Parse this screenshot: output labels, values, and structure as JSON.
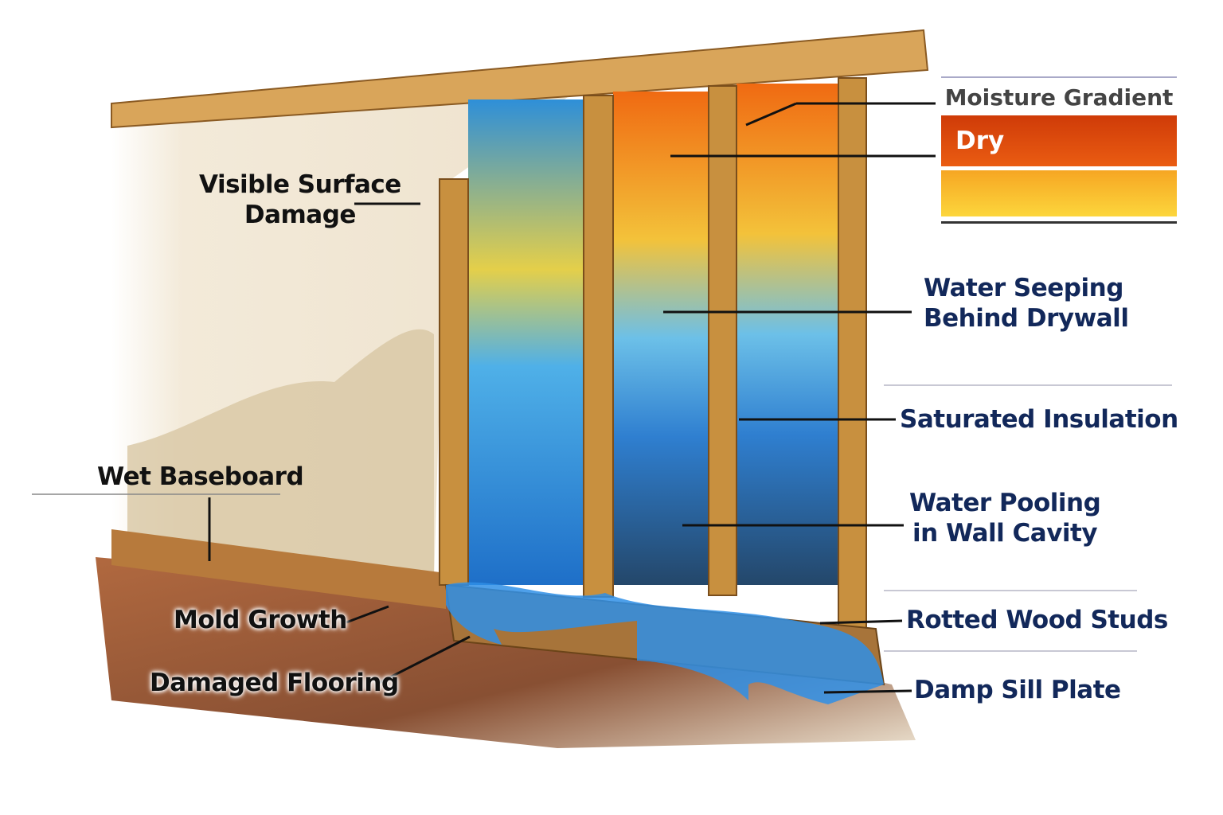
{
  "labels": {
    "visible_surface_damage": [
      "Visible Surface",
      "Damage"
    ],
    "wet_baseboard": "Wet Baseboard",
    "mold_growth": "Mold Growth",
    "damaged_flooring": "Damaged Flooring",
    "water_seeping": [
      "Water Seeping",
      "Behind Drywall"
    ],
    "saturated_insulation": "Saturated Insulation",
    "water_pooling": [
      "Water Pooling",
      "in Wall Cavity"
    ],
    "rotted_wood_studs": "Rotted Wood Studs",
    "damp_sill_plate": "Damp Sill Plate"
  },
  "legend": {
    "title": "Moisture Gradient",
    "levels": [
      {
        "label": "Dry",
        "color": "#e0490c"
      },
      {
        "label": "",
        "color": "#f9c42f"
      }
    ]
  },
  "colors": {
    "label_text": "#12285a",
    "wet": "#2a8be0",
    "dry": "#f07a1a",
    "wood": "#c08a3e",
    "plaster": "#f1e8d8"
  }
}
